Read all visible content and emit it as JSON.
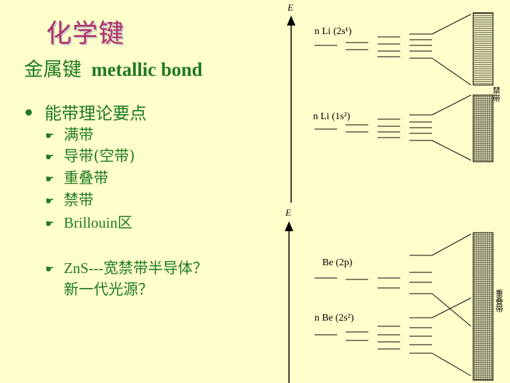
{
  "title": "化学键",
  "subtitle": {
    "zh": "金属键",
    "en": "metallic bond"
  },
  "main_point": "能带理论要点",
  "points": [
    "满带",
    "导带(空带)",
    "重叠带",
    "禁带",
    "Brillouin区"
  ],
  "question": {
    "line1": "ZnS---宽禁带半导体？",
    "line2": "新一代光源？"
  },
  "diagram": {
    "top": {
      "axis": "E",
      "label_upper": "n Li (2s¹)",
      "label_lower": "n Li (1s²)",
      "side_label": "禁带"
    },
    "bottom": {
      "axis": "E",
      "label_upper": "Be (2p)",
      "label_lower": "n Be (2s²)",
      "side_label": "重叠带"
    }
  },
  "colors": {
    "title": "#b0306a",
    "text": "#1f7a1f",
    "background": "#ffffcc"
  }
}
